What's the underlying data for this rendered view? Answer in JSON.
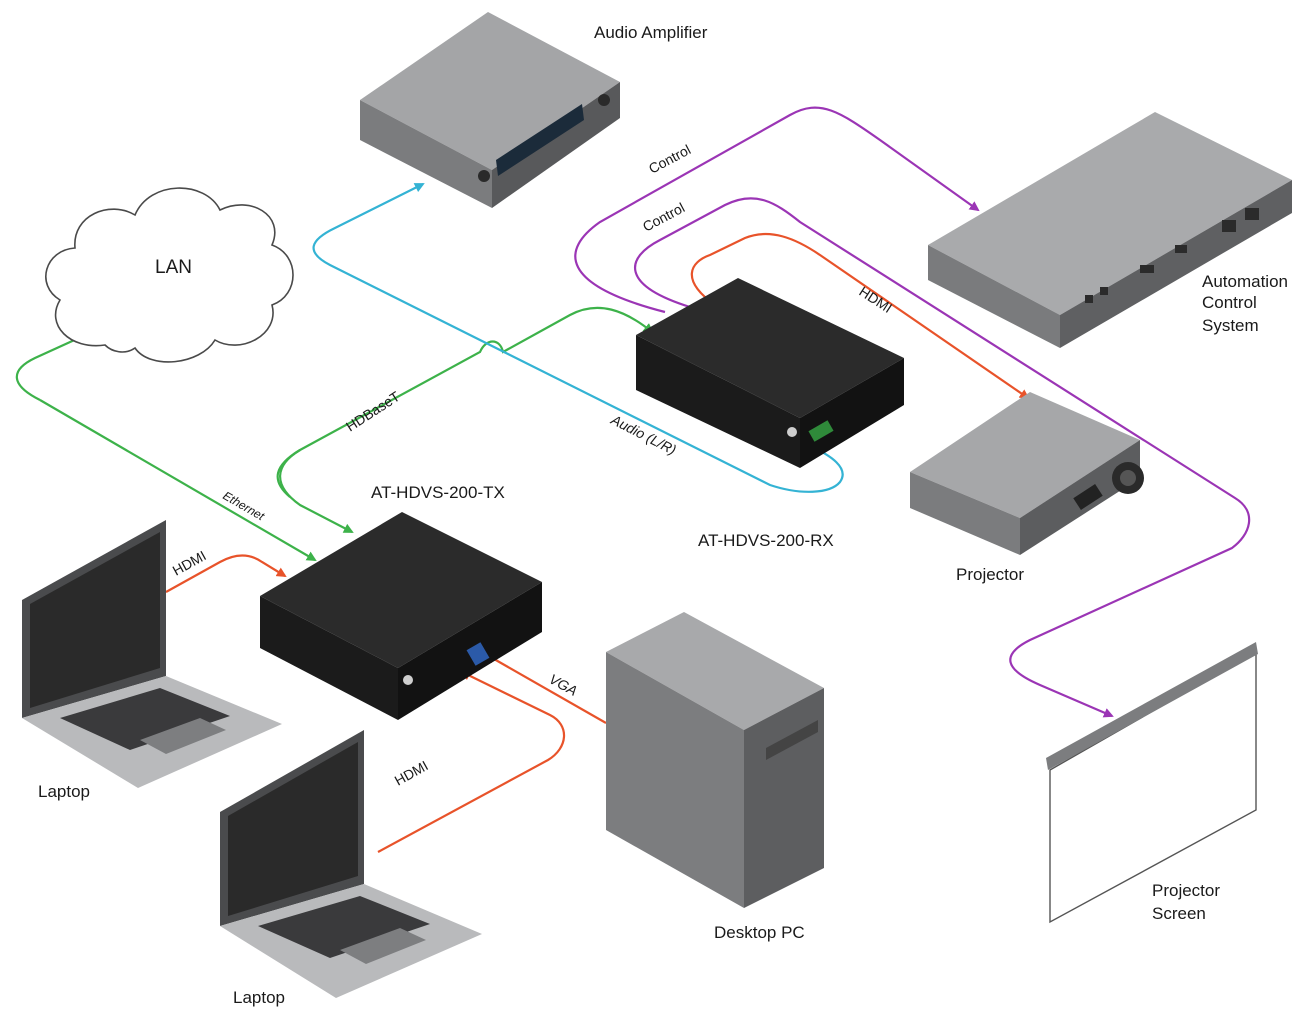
{
  "colors": {
    "control": "#9b35b5",
    "hdmi": "#e8532a",
    "hdbaset": "#3db24a",
    "audio": "#34b3d4",
    "device_top": "#9a9a9c",
    "device_front": "#5d5e60",
    "extender_body": "#1b1b1b"
  },
  "devices": {
    "audio_amplifier": "Audio Amplifier",
    "lan": "LAN",
    "automation": {
      "line1": "Automation",
      "line2": "Control",
      "line3": "System"
    },
    "tx": "AT-HDVS-200-TX",
    "rx": "AT-HDVS-200-RX",
    "projector": "Projector",
    "projector_screen": {
      "line1": "Projector",
      "line2": "Screen"
    },
    "laptop_1": "Laptop",
    "laptop_2": "Laptop",
    "desktop_pc": "Desktop PC"
  },
  "connections": {
    "control_1": "Control",
    "control_2": "Control",
    "hdmi_rx_projector": "HDMI",
    "hdbaset": "HDBaseT",
    "audio": "Audio (L/R)",
    "ethernet": "Ethernet",
    "hdmi_laptop_1": "HDMI",
    "hdmi_laptop_2": "HDMI",
    "vga": "VGA"
  }
}
